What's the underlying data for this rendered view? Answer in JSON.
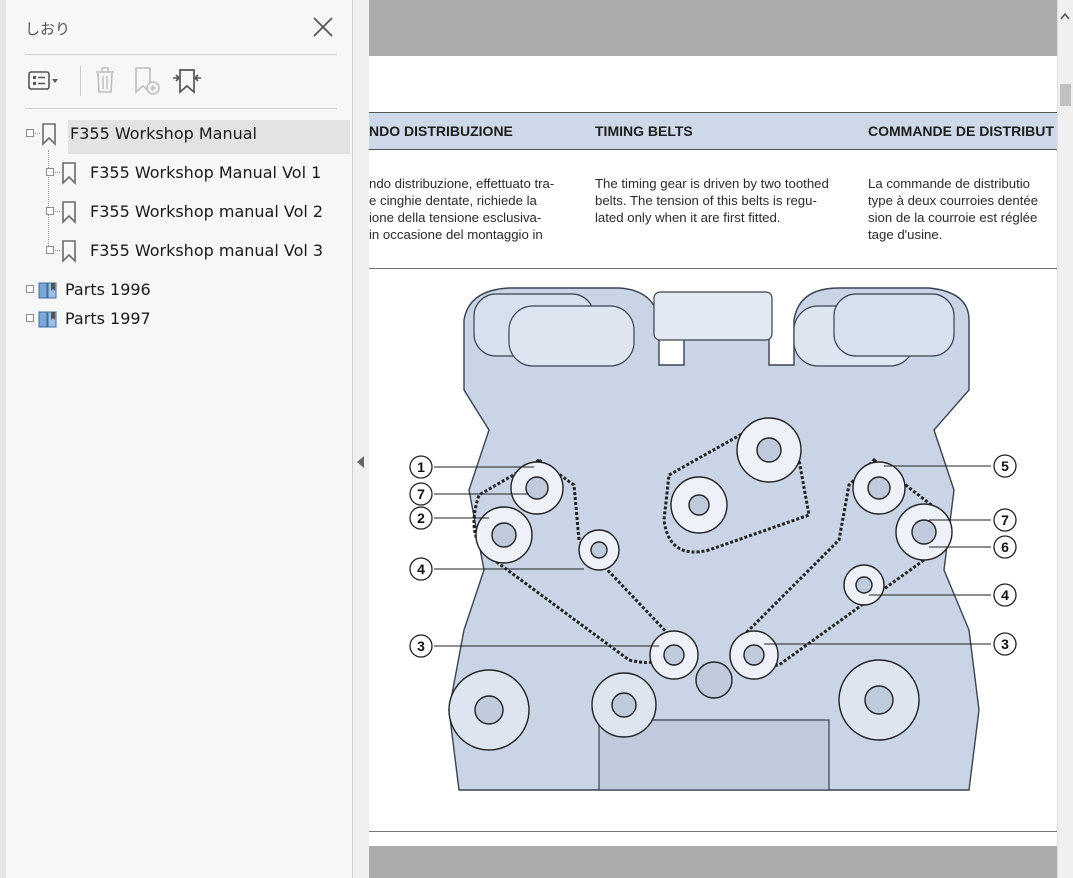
{
  "sidebar": {
    "title": "しおり",
    "toolbar": {
      "options_icon": "list-options-icon",
      "delete_icon": "trash-icon",
      "new_bookmark_icon": "bookmark-add-icon",
      "find_bookmark_icon": "bookmark-find-icon"
    },
    "bookmarks": [
      {
        "label": "F355 Workshop Manual"
      },
      {
        "label": "F355 Workshop Manual Vol 1"
      },
      {
        "label": "F355 Workshop manual Vol 2"
      },
      {
        "label": "F355 Workshop manual Vol 3"
      },
      {
        "label": "Parts 1996"
      },
      {
        "label": "Parts 1997"
      }
    ]
  },
  "document": {
    "headers": {
      "italian": "NDO DISTRIBUZIONE",
      "english": "TIMING BELTS",
      "french": "COMMANDE DE DISTRIBUT"
    },
    "italian_text": [
      "ndo distribuzione, effettuato tra-",
      "e cinghie dentate, richiede la",
      "ione della tensione esclusiva-",
      "in occasione del montaggio in"
    ],
    "english_text": [
      "The timing gear is driven by two toothed",
      "belts. The tension of this belts is regu-",
      "lated only when it are first fitted."
    ],
    "french_text": [
      "La commande de distributio",
      "type à deux courroies dentée",
      "sion de la courroie est réglée",
      "tage d'usine."
    ],
    "callouts_left": [
      "1",
      "7",
      "2",
      "4",
      "3"
    ],
    "callouts_right": [
      "5",
      "7",
      "6",
      "4",
      "3"
    ]
  },
  "colors": {
    "header_band": "#cdd8e8",
    "diagram_tint": "#c9d4e6",
    "selected_row": "#e3e3e3"
  }
}
